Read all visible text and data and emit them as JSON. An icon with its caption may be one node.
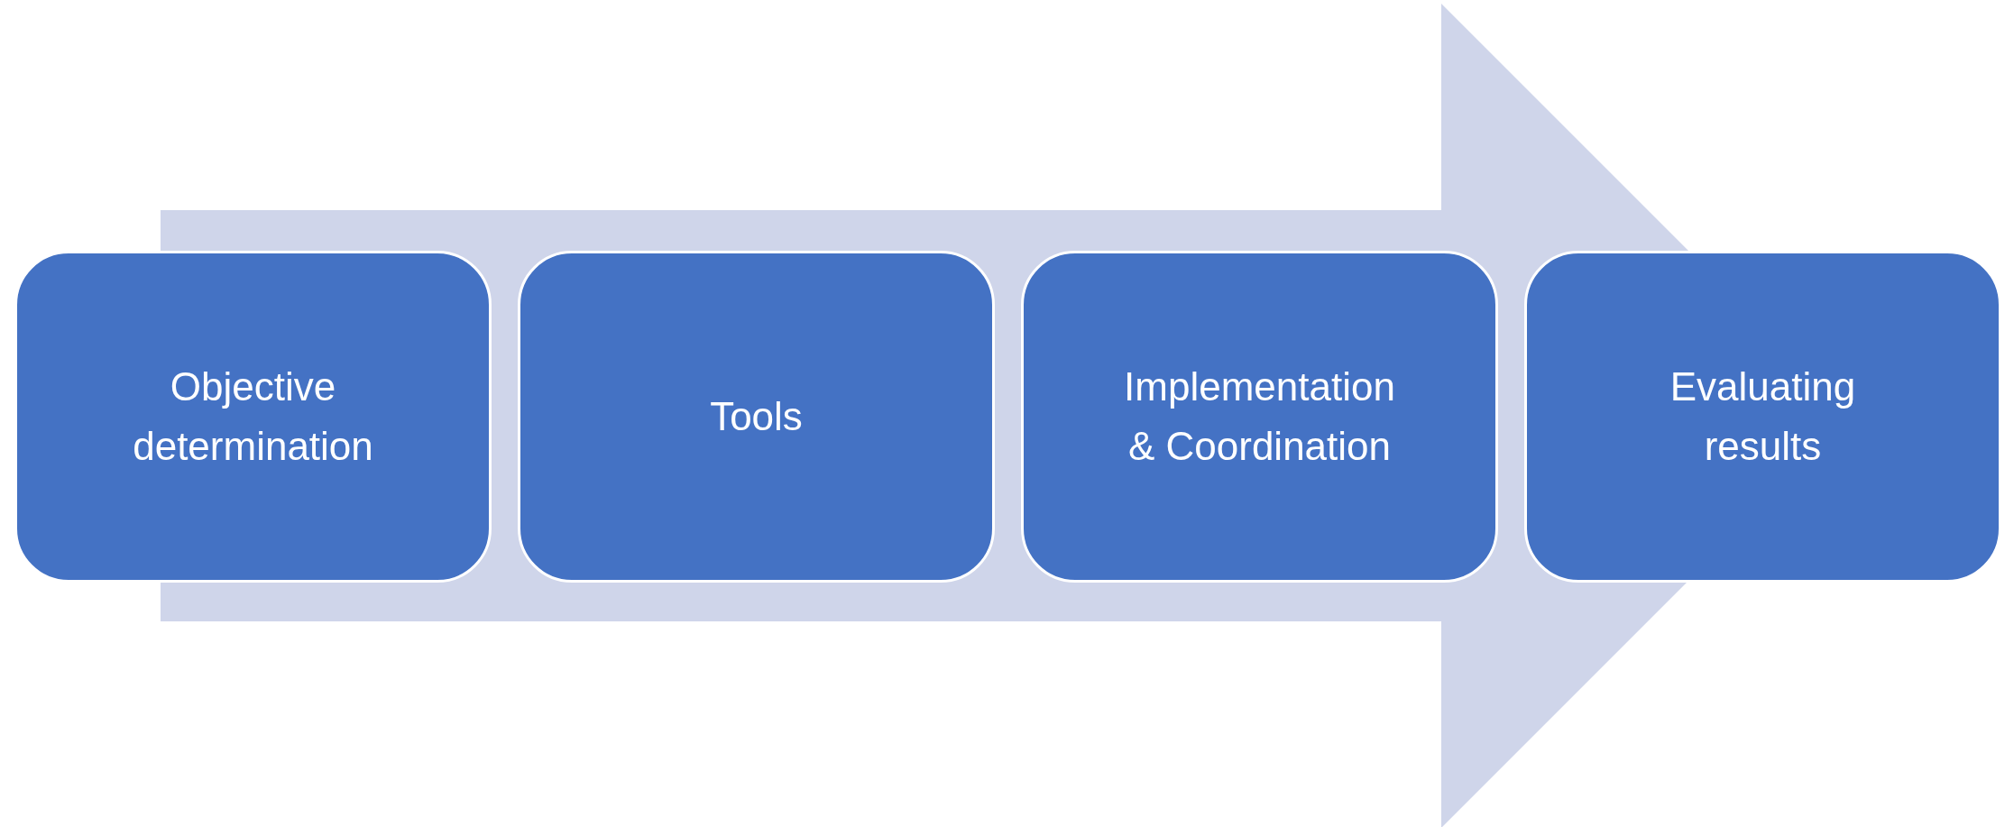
{
  "diagram": {
    "nodes": [
      {
        "text": [
          "Objective determination"
        ]
      },
      {
        "text": [
          "Tools"
        ]
      },
      {
        "text": [
          "Implementation & Coordination"
        ]
      },
      {
        "text": [
          "Evaluating results"
        ]
      }
    ],
    "edges": [
      {
        "from": 0,
        "to": 3,
        "arrow": "to"
      }
    ]
  }
}
